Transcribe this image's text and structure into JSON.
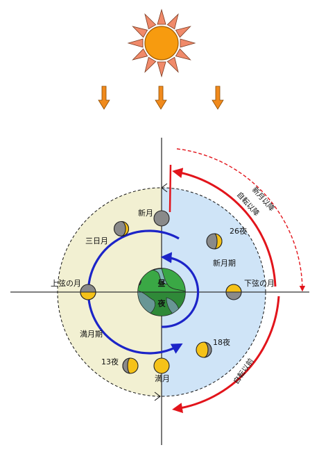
{
  "labels": {
    "new_moon": "新月",
    "crescent": "三日月",
    "first_quarter": "上弦の月",
    "last_quarter": "下弦の月",
    "full_moon": "満月",
    "night_26": "26夜",
    "night_18": "18夜",
    "night_13": "13夜",
    "new_moon_period": "新月期",
    "full_moon_period": "満月期",
    "day": "昼",
    "night": "夜",
    "arc_top_outer": "新月以降",
    "arc_top_inner": "自転以降",
    "arc_bottom": "自転以前"
  },
  "colors": {
    "sun": "#f79b0f",
    "sun_rays": "#f08a6a",
    "arrow": "#f08a1c",
    "left_half": "#f2f0d2",
    "right_half": "#cfe4f7",
    "moon_dark": "#8a8a8a",
    "moon_lit": "#f5c218",
    "orbit_arrow": "#1c24c8",
    "red_arc": "#e2141b",
    "earth_land": "#3aa845",
    "earth_sea": "#7fb7b6"
  }
}
